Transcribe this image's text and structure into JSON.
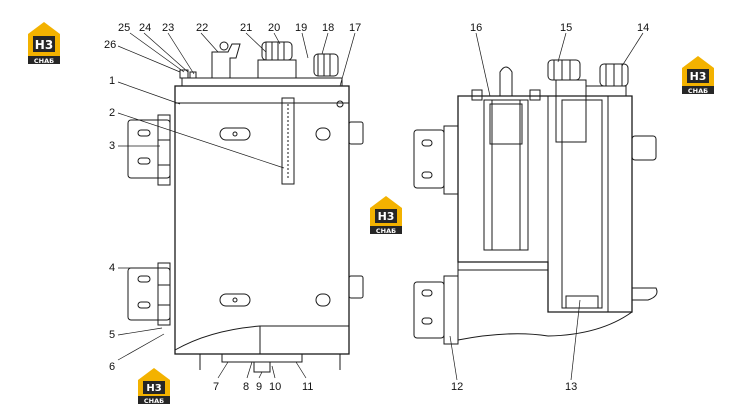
{
  "callouts": {
    "n1": "1",
    "n2": "2",
    "n3": "3",
    "n4": "4",
    "n5": "5",
    "n6": "6",
    "n7": "7",
    "n8": "8",
    "n9": "9",
    "n10": "10",
    "n11": "11",
    "n12": "12",
    "n13": "13",
    "n14": "14",
    "n15": "15",
    "n16": "16",
    "n17": "17",
    "n18": "18",
    "n19": "19",
    "n20": "20",
    "n21": "21",
    "n22": "22",
    "n23": "23",
    "n24": "24",
    "n25": "25",
    "n26": "26"
  },
  "watermark": {
    "letters": "H3",
    "brand": "CHAБ"
  },
  "colors": {
    "line": "#1a1a1a",
    "logo_yellow": "#f3b200",
    "logo_dark": "#262626"
  }
}
